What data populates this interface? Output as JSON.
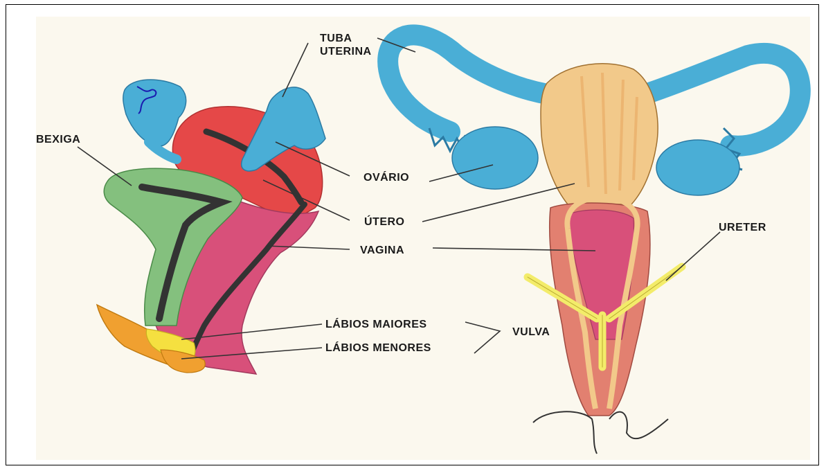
{
  "diagram": {
    "labels": {
      "tuba_uterina_line1": "TUBA",
      "tuba_uterina_line2": "UTERINA",
      "bexiga": "BEXIGA",
      "ovario": "OVÁRIO",
      "utero": "ÚTERO",
      "vagina": "VAGINA",
      "ureter": "URETER",
      "labios_maiores": "LÁBIOS MAIORES",
      "labios_menores": "LÁBIOS MENORES",
      "vulva": "VULVA"
    },
    "colors": {
      "background": "#fbf8ee",
      "tube_ovary_blue": "#4aaed6",
      "uterus_red": "#e54848",
      "uterus_front_tan": "#f2c98a",
      "bladder_green": "#84c07e",
      "vagina_pink": "#d8507a",
      "labia_orange": "#f0a030",
      "labia_yellow": "#f5e040",
      "ureter_yellow": "#f3ec6a",
      "cavity_dark": "#333333"
    }
  }
}
